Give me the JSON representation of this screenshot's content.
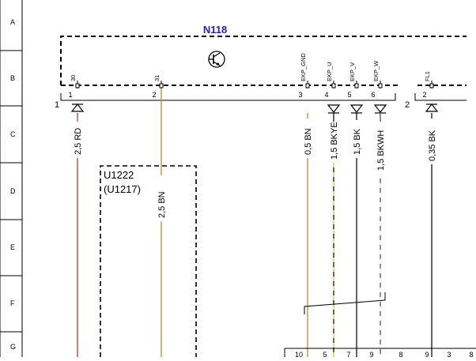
{
  "rows": [
    "A",
    "B",
    "C",
    "D",
    "E",
    "F",
    "G"
  ],
  "component": {
    "name": "N118",
    "color": "#1f1fd0"
  },
  "connector1_label": "1",
  "connector2_label": "2",
  "pins": [
    {
      "num": "1",
      "name": "30"
    },
    {
      "num": "2",
      "name": "31"
    },
    {
      "num": "3",
      "name": "EKP_GND"
    },
    {
      "num": "4",
      "name": "EKP_U"
    },
    {
      "num": "5",
      "name": "EKP_V"
    },
    {
      "num": "6",
      "name": "EKP_W"
    },
    {
      "num": "2",
      "name": "FL1"
    }
  ],
  "wires": [
    {
      "label": "2,5 RD",
      "color": "#c0392b"
    },
    {
      "label": "2,5 BN",
      "color": "#c8823c"
    },
    {
      "label": "0,5 BN",
      "color": "#c8823c"
    },
    {
      "label": "1,5 BKYE",
      "color": "#111111",
      "stripe": "#f0e27a"
    },
    {
      "label": "1,5 BK",
      "color": "#111111"
    },
    {
      "label": "1,5 BKWH",
      "color": "#555555",
      "stripe": "#ffffff"
    },
    {
      "label": "0,35 BK",
      "color": "#111111"
    }
  ],
  "module": {
    "line1": "U1222",
    "line2": "(U1217)"
  },
  "bottom_numbers": [
    "10",
    "5",
    "7",
    "9",
    "8",
    "9",
    "3",
    "8"
  ]
}
